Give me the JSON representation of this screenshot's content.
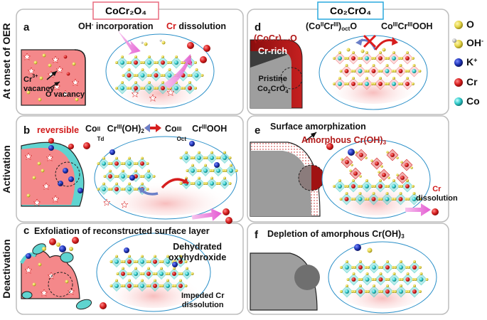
{
  "columns": {
    "left_title": "CoCr₂O₄",
    "left_title_border": "#e86a7e",
    "right_title": "Co₂CrO₄",
    "right_title_border": "#29a8dd"
  },
  "rows": {
    "onset": "At onset of OER",
    "activation": "Activation",
    "deactivation": "Deactivation"
  },
  "panel_a": {
    "letter": "a",
    "oh_text": "OH",
    "oh_sup": "-",
    "oh_rest": " incorporation",
    "cr_text": "Cr",
    "cr_rest": " dissolution",
    "cr3": "Cr",
    "cr3_sup": "3+",
    "vacancy": "vacancy",
    "o_vacancy": "O vacancy"
  },
  "panel_b": {
    "letter": "b",
    "reversible": "reversible",
    "left_co": "Co",
    "left_co_sup": "II",
    "left_co_sub": "Td",
    "left_cr": "Cr",
    "left_cr_sup": "III",
    "left_rest": "(OH)",
    "left_rest_sub": "2",
    "right_co": "Co",
    "right_co_sup": "III",
    "right_co_sub": "Oct",
    "right_cr": " Cr",
    "right_cr_sup": "III",
    "right_rest": "OOH"
  },
  "panel_c": {
    "letter": "c",
    "title": "Exfoliation of reconstructed surface layer",
    "dehydrated_1": "Dehydrated",
    "dehydrated_2": "oxyhydroxide",
    "impeded_1": "Impeded Cr",
    "impeded_2": "dissolution"
  },
  "panel_d": {
    "letter": "d",
    "coc_open": "(CoCr)",
    "coc_sub": "oct",
    "coc_close": "O",
    "cr_rich": "Cr-rich",
    "formula_open": "(Co",
    "formula_sup1": "II",
    "formula_cr": "Cr",
    "formula_sup2": "III",
    "formula_close": ")",
    "formula_sub": "oct",
    "formula_o": "O",
    "co3": "Co",
    "co3_sup": "III",
    "cr3b": "Cr",
    "cr3b_sup": "III",
    "ooh": "OOH",
    "pristine_1": "Pristine",
    "pristine_2": "Co",
    "pristine_2_sub": "2",
    "pristine_2_rest": "CrO",
    "pristine_2_sub2": "4"
  },
  "panel_e": {
    "letter": "e",
    "title": "Surface amorphization",
    "amorphous": "Amorphous Cr(OH)",
    "amorphous_sub": "3",
    "cr": "Cr",
    "dissolution": "dissolution"
  },
  "panel_f": {
    "letter": "f",
    "title": "Depletion of amorphous Cr(OH)",
    "title_sub": "3"
  },
  "legend": [
    {
      "symbol": "O",
      "label": "O",
      "sup": "",
      "color": "#e4d54a"
    },
    {
      "symbol": "OH",
      "label": "OH",
      "sup": "-",
      "color": "#e4d54a"
    },
    {
      "symbol": "K",
      "label": "K",
      "sup": "+",
      "color": "#1f34b8"
    },
    {
      "symbol": "Cr",
      "label": "Cr",
      "sup": "",
      "color": "#d61e1e"
    },
    {
      "symbol": "Co",
      "label": "Co",
      "sup": "",
      "color": "#2ec9c9"
    }
  ],
  "colors": {
    "salmon": "#f4888a",
    "teal": "#5fd4d0",
    "gray": "#9c9c9c",
    "dark_red": "#b01818",
    "panel_border": "#bdbdbd"
  }
}
